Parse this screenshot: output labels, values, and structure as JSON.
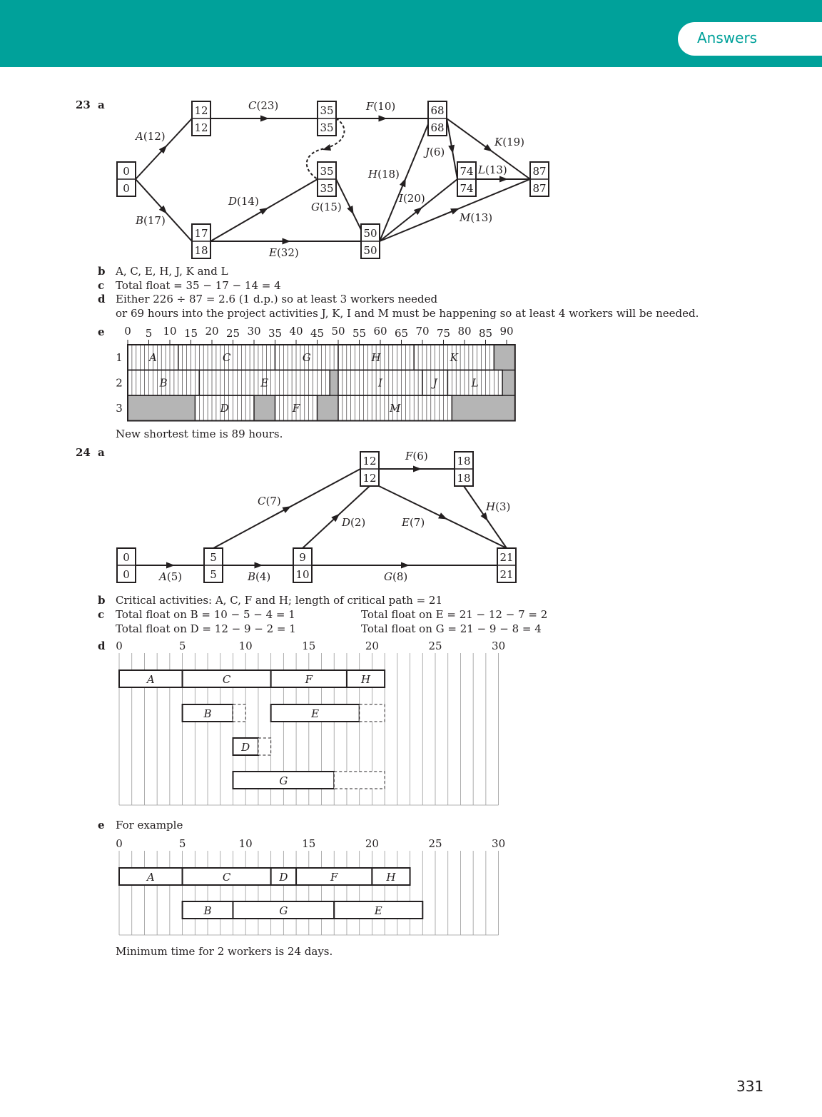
{
  "header": {
    "section_tab": "Answers"
  },
  "page_number": "331",
  "q23": {
    "number": "23",
    "part_a": "a",
    "network": {
      "nodes": [
        {
          "early": "0",
          "late": "0"
        },
        {
          "early": "12",
          "late": "12"
        },
        {
          "early": "17",
          "late": "18"
        },
        {
          "early": "35",
          "late": "35"
        },
        {
          "early": "35",
          "late": "35"
        },
        {
          "early": "50",
          "late": "50"
        },
        {
          "early": "68",
          "late": "68"
        },
        {
          "early": "74",
          "late": "74"
        },
        {
          "early": "87",
          "late": "87"
        }
      ],
      "activities": [
        "A",
        "B",
        "C",
        "D",
        "E",
        "F",
        "G",
        "H",
        "I",
        "J",
        "K",
        "L",
        "M"
      ],
      "durations": [
        "(12)",
        "(17)",
        "(23)",
        "(14)",
        "(32)",
        "(10)",
        "(15)",
        "(18)",
        "(20)",
        "(6)",
        "(19)",
        "(13)",
        "(13)"
      ]
    },
    "b": {
      "label": "b",
      "text": "A, C, E, H, J, K and L"
    },
    "c": {
      "label": "c",
      "text": "Total float = 35 − 17 − 14 = 4"
    },
    "d": {
      "label": "d",
      "line1": "Either 226 ÷ 87 = 2.6 (1 d.p.) so at least 3 workers needed",
      "line2": "or 69 hours into the project activities J, K, I and M must be happening so at least 4 workers will be needed."
    },
    "e": {
      "label": "e",
      "axis_ticks": [
        "0",
        "5",
        "10",
        "15",
        "20",
        "25",
        "30",
        "35",
        "40",
        "45",
        "50",
        "55",
        "60",
        "65",
        "70",
        "75",
        "80",
        "85",
        "90"
      ],
      "rows": [
        "1",
        "2",
        "3"
      ],
      "bars": [
        {
          "row": 0,
          "activity": "A",
          "start": 0,
          "end": 12
        },
        {
          "row": 0,
          "activity": "C",
          "start": 12,
          "end": 35
        },
        {
          "row": 0,
          "activity": "G",
          "start": 35,
          "end": 50
        },
        {
          "row": 0,
          "activity": "H",
          "start": 50,
          "end": 68
        },
        {
          "row": 0,
          "activity": "K",
          "start": 68,
          "end": 87
        },
        {
          "row": 1,
          "activity": "B",
          "start": 0,
          "end": 17
        },
        {
          "row": 1,
          "activity": "E",
          "start": 17,
          "end": 48
        },
        {
          "row": 1,
          "activity": "I",
          "start": 50,
          "end": 70
        },
        {
          "row": 1,
          "activity": "J",
          "start": 70,
          "end": 76
        },
        {
          "row": 1,
          "activity": "L",
          "start": 76,
          "end": 89
        },
        {
          "row": 2,
          "activity": "D",
          "start": 16,
          "end": 30
        },
        {
          "row": 2,
          "activity": "F",
          "start": 35,
          "end": 45
        },
        {
          "row": 2,
          "activity": "M",
          "start": 50,
          "end": 77
        }
      ],
      "idle": [
        {
          "row": 0,
          "start": 87,
          "end": 92
        },
        {
          "row": 1,
          "start": 48,
          "end": 50
        },
        {
          "row": 1,
          "start": 89,
          "end": 92
        },
        {
          "row": 2,
          "start": 0,
          "end": 16
        },
        {
          "row": 2,
          "start": 30,
          "end": 35
        },
        {
          "row": 2,
          "start": 45,
          "end": 50
        },
        {
          "row": 2,
          "start": 77,
          "end": 92
        }
      ],
      "note": "New shortest time is 89 hours."
    }
  },
  "q24": {
    "number": "24",
    "part_a": "a",
    "network": {
      "nodes": [
        {
          "early": "0",
          "late": "0"
        },
        {
          "early": "5",
          "late": "5"
        },
        {
          "early": "9",
          "late": "10"
        },
        {
          "early": "12",
          "late": "12"
        },
        {
          "early": "18",
          "late": "18"
        },
        {
          "early": "21",
          "late": "21"
        }
      ],
      "activities": [
        "A",
        "B",
        "C",
        "D",
        "E",
        "F",
        "G",
        "H"
      ],
      "durations": [
        "(5)",
        "(4)",
        "(7)",
        "(2)",
        "(7)",
        "(6)",
        "(8)",
        "(3)"
      ]
    },
    "b": {
      "label": "b",
      "text": "Critical activities: A, C, F and H; length of critical path = 21"
    },
    "c": {
      "label": "c",
      "f1": "Total float on B = 10 − 5 − 4 = 1",
      "f2": "Total float on E = 21 − 12 − 7 = 2",
      "f3": "Total float on D = 12 − 9 − 2 = 1",
      "f4": "Total float on G = 21 − 9 − 8 = 4"
    },
    "d": {
      "label": "d",
      "axis_ticks": [
        "0",
        "5",
        "10",
        "15",
        "20",
        "25",
        "30"
      ],
      "rows": [
        [
          {
            "activity": "A",
            "start": 0,
            "end": 5
          },
          {
            "activity": "C",
            "start": 5,
            "end": 12
          },
          {
            "activity": "F",
            "start": 12,
            "end": 18
          },
          {
            "activity": "H",
            "start": 18,
            "end": 21
          }
        ],
        [
          {
            "activity": "B",
            "start": 5,
            "end": 9,
            "float_end": 10
          },
          {
            "activity": "E",
            "start": 12,
            "end": 19,
            "float_end": 21
          }
        ],
        [
          {
            "activity": "D",
            "start": 9,
            "end": 11,
            "float_end": 12
          }
        ],
        [
          {
            "activity": "G",
            "start": 9,
            "end": 17,
            "float_end": 21
          }
        ]
      ]
    },
    "e": {
      "label": "e",
      "intro": "For example",
      "axis_ticks": [
        "0",
        "5",
        "10",
        "15",
        "20",
        "25",
        "30"
      ],
      "rows": [
        [
          {
            "activity": "A",
            "start": 0,
            "end": 5
          },
          {
            "activity": "C",
            "start": 5,
            "end": 12
          },
          {
            "activity": "D",
            "start": 12,
            "end": 14
          },
          {
            "activity": "F",
            "start": 14,
            "end": 20
          },
          {
            "activity": "H",
            "start": 20,
            "end": 23
          }
        ],
        [
          {
            "activity": "B",
            "start": 5,
            "end": 9
          },
          {
            "activity": "G",
            "start": 9,
            "end": 17
          },
          {
            "activity": "E",
            "start": 17,
            "end": 24
          }
        ]
      ],
      "note": "Minimum time for 2 workers is 24 days."
    }
  }
}
